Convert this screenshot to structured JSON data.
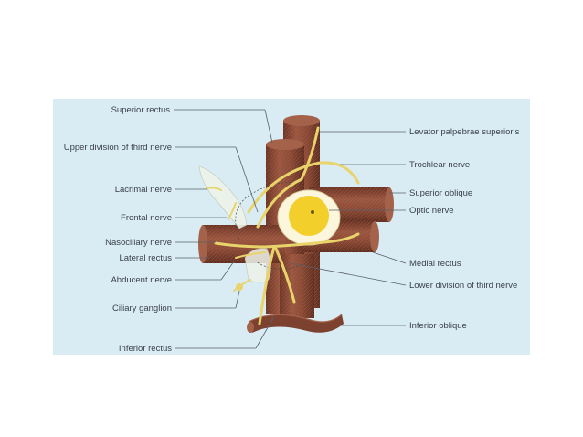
{
  "labels": {
    "superior_rectus": "Superior rectus",
    "upper_division_third_nerve": "Upper division of third nerve",
    "lacrimal_nerve": "Lacrimal nerve",
    "frontal_nerve": "Frontal nerve",
    "nasociliary_nerve": "Nasociliary nerve",
    "lateral_rectus": "Lateral rectus",
    "abducent_nerve": "Abducent nerve",
    "ciliary_ganglion": "Ciliary ganglion",
    "inferior_rectus": "Inferior rectus",
    "levator_palpebrae_superioris": "Levator palpebrae superioris",
    "trochlear_nerve": "Trochlear nerve",
    "superior_oblique": "Superior oblique",
    "optic_nerve": "Optic nerve",
    "medial_rectus": "Medial rectus",
    "lower_division_third_nerve": "Lower division of third nerve",
    "inferior_oblique": "Inferior oblique"
  },
  "colors": {
    "panel_background": "#d9ecf4",
    "muscle": "#8a4a36",
    "muscle_dark": "#6b3526",
    "nerve": "#e8d46a",
    "optic_nerve": "#f2cf2a",
    "optic_sheath": "#fbf6dc",
    "leader_line": "#5a6068",
    "label_text": "#3a3f4a"
  }
}
